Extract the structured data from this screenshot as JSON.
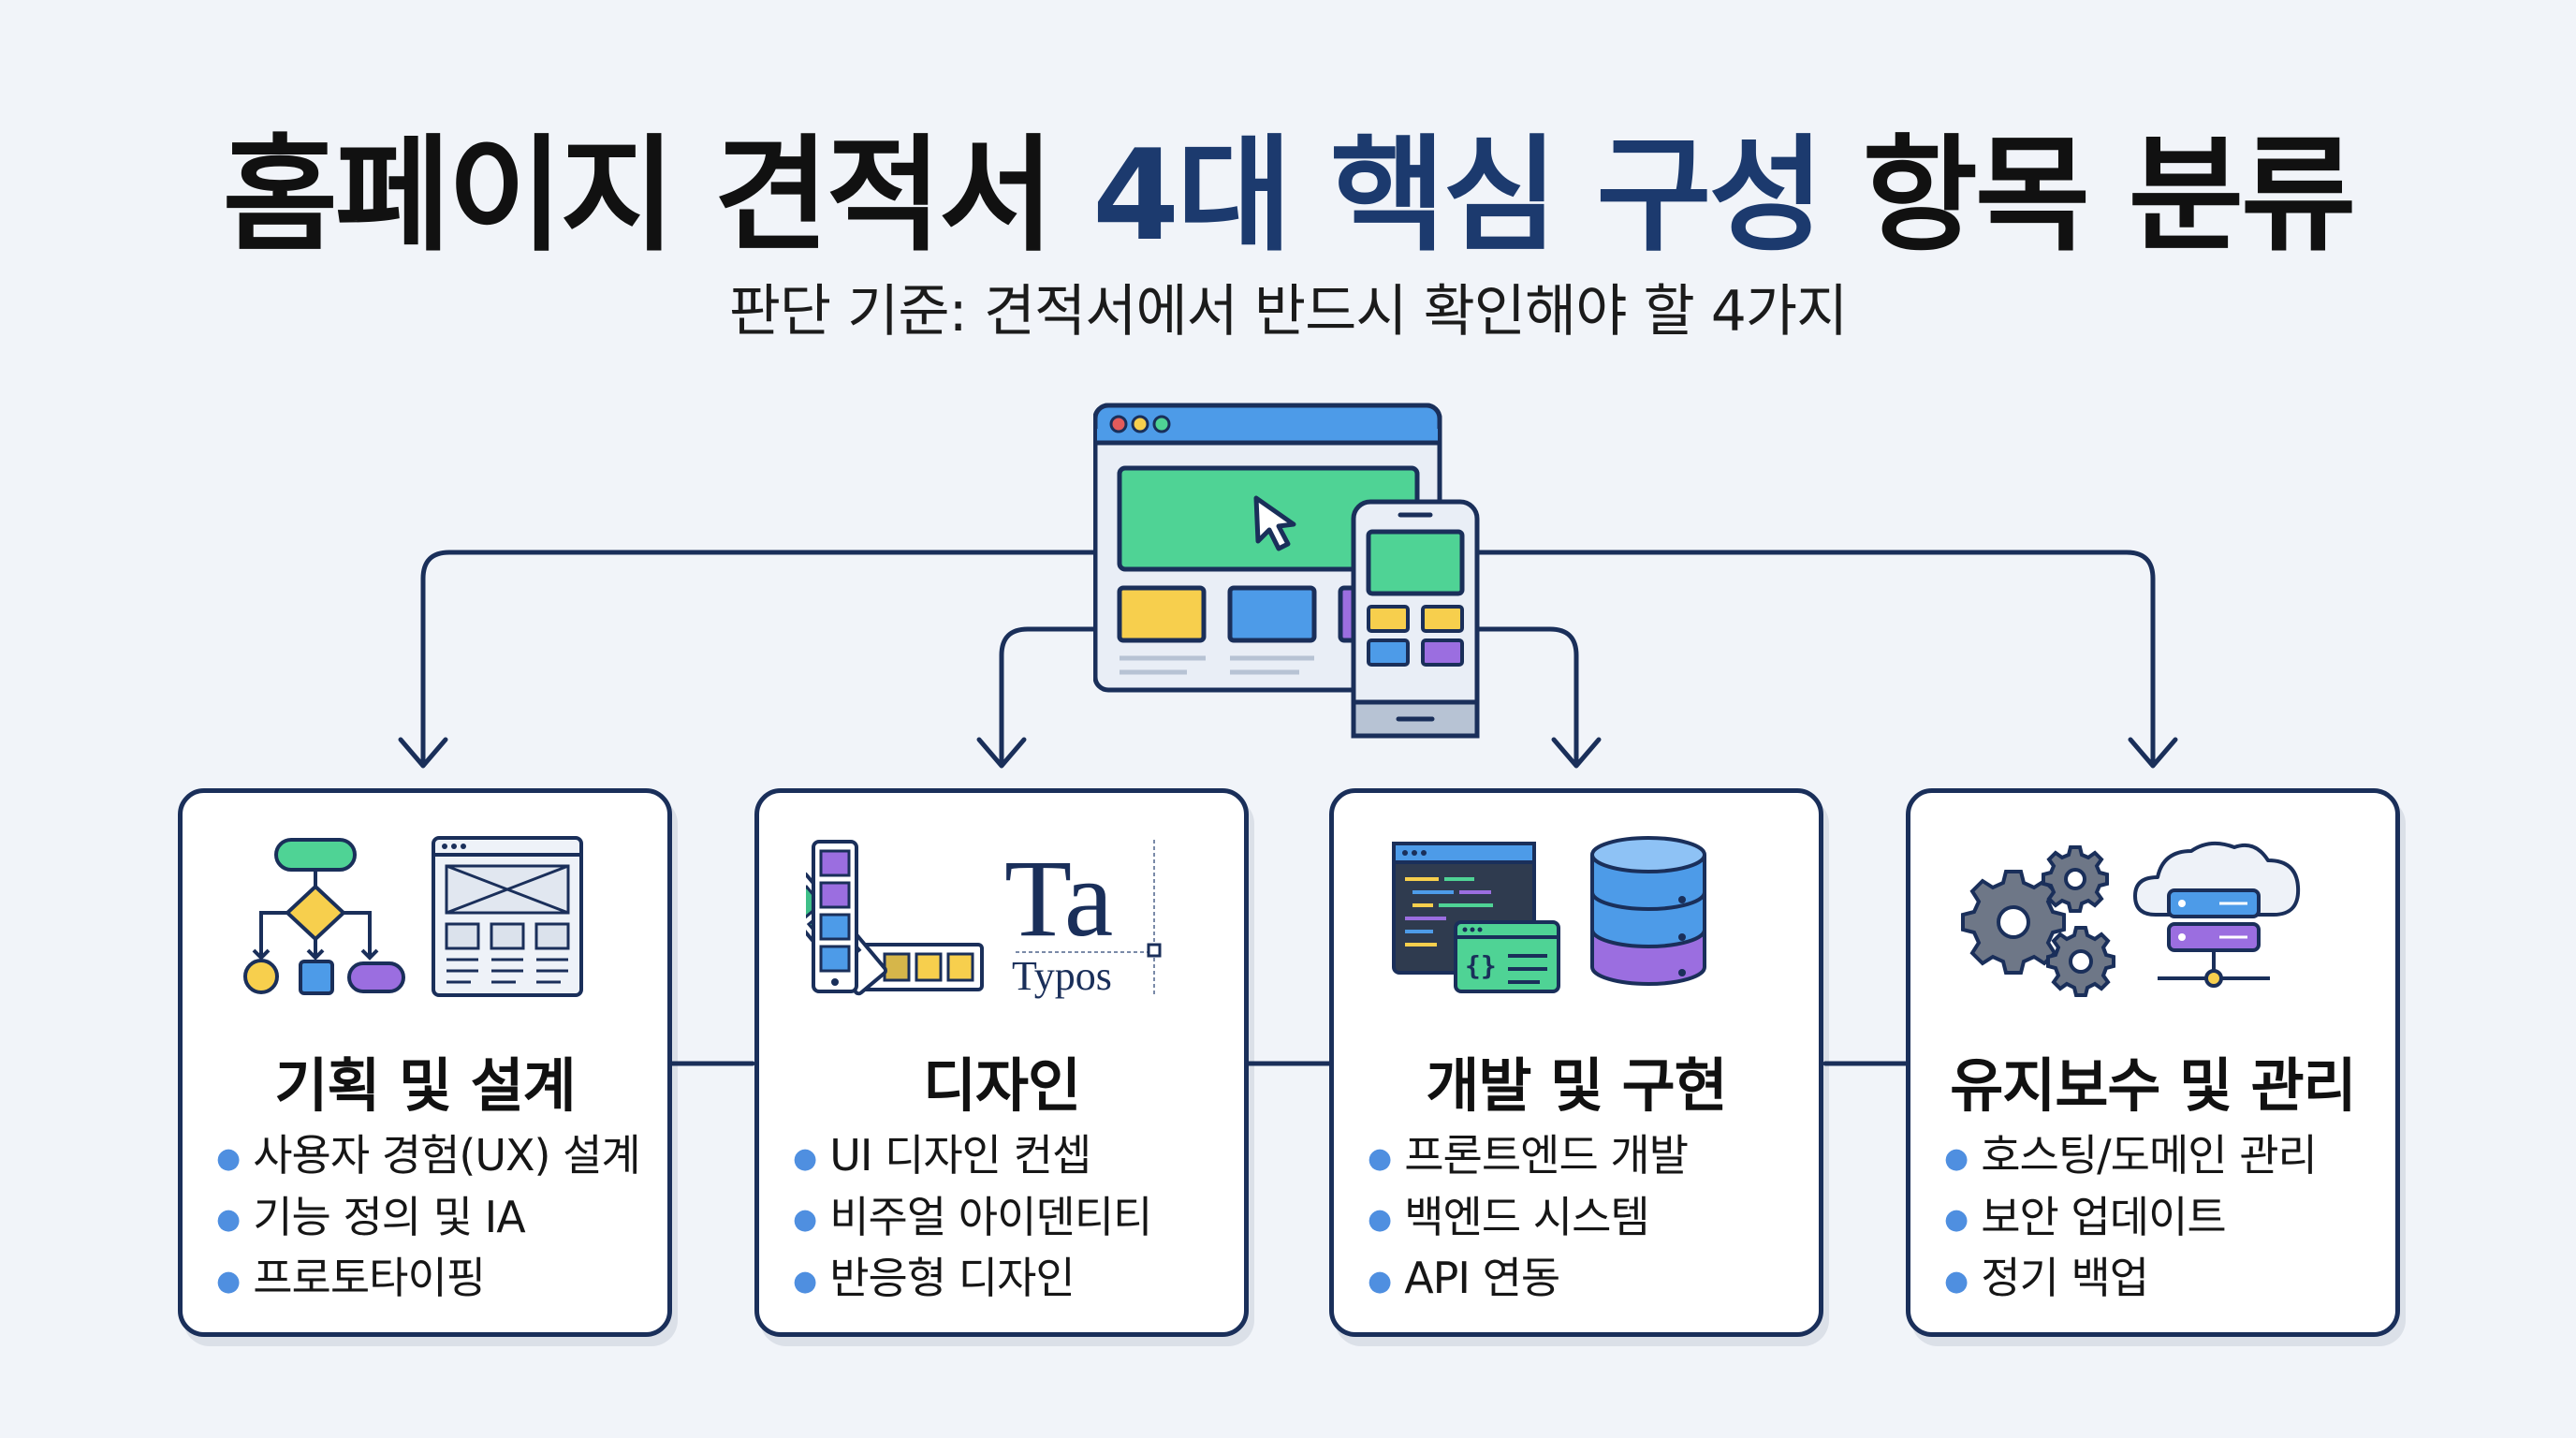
{
  "header": {
    "title_part1": "홈페이지 견적서",
    "title_accent": "4대 핵심 구성",
    "title_part2": "항목 분류",
    "subtitle": "판단 기준: 견적서에서 반드시 확인해야 할 4가지"
  },
  "colors": {
    "navy": "#1a2f5a",
    "accent_blue": "#1c3a6e",
    "green": "#4fd395",
    "blue": "#4d9be8",
    "yellow": "#f7cf4d",
    "purple": "#9b6ee0",
    "bullet": "#4f8fe0"
  },
  "hero": {
    "icon": "website-and-mobile-icon",
    "illustration_text": "Ta",
    "caption_text": "Typos"
  },
  "cards": [
    {
      "title": "기획 및 설계",
      "icons": [
        "flowchart-icon",
        "wireframe-icon"
      ],
      "items": [
        "사용자 경험(UX) 설계",
        "기능 정의 및 IA",
        "프로토타이핑"
      ]
    },
    {
      "title": "디자인",
      "icons": [
        "color-palette-icon",
        "typography-icon"
      ],
      "items": [
        "UI 디자인 컨셉",
        "비주얼 아이덴티티",
        "반응형 디자인"
      ]
    },
    {
      "title": "개발 및 구현",
      "icons": [
        "code-editor-icon",
        "database-icon"
      ],
      "items": [
        "프론트엔드 개발",
        "백엔드 시스템",
        "API 연동"
      ]
    },
    {
      "title": "유지보수 및 관리",
      "icons": [
        "gears-icon",
        "cloud-server-icon"
      ],
      "items": [
        "호스팅/도메인 관리",
        "보안 업데이트",
        "정기 백업"
      ]
    }
  ]
}
